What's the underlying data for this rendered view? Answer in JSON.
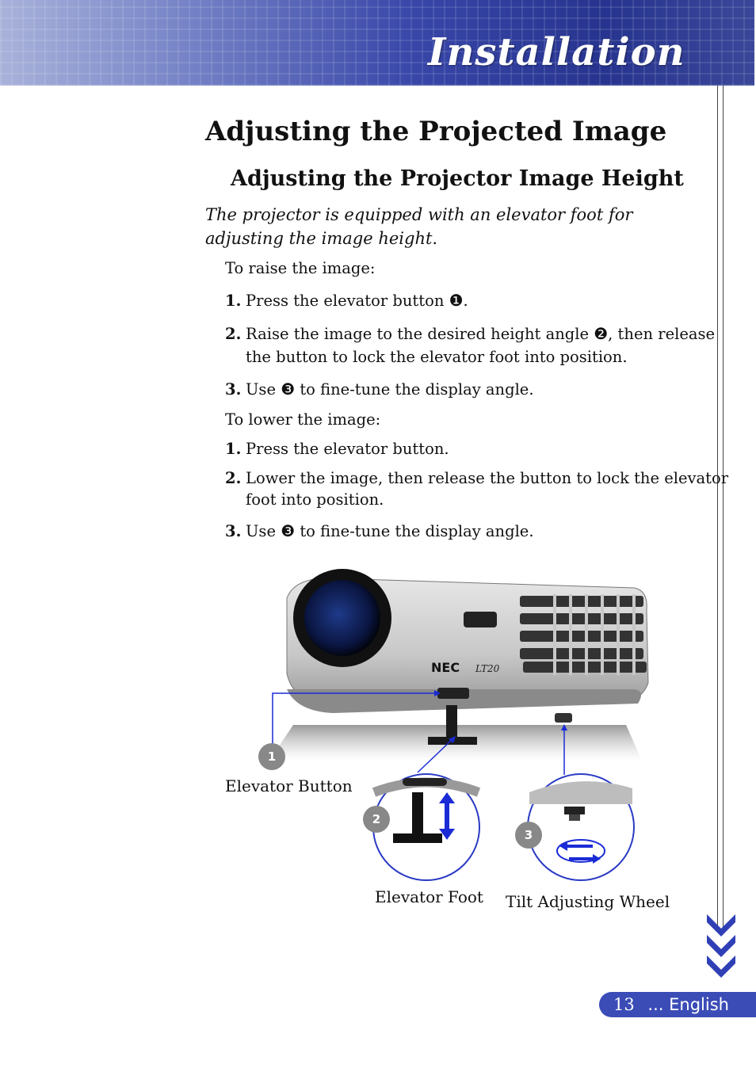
{
  "header": {
    "title": "Installation"
  },
  "section_title": "Adjusting the Projected Image",
  "subsection_title": "Adjusting the Projector Image Height",
  "intro": "The projector is equipped with an elevator foot for adjusting the image height.",
  "raise": {
    "label": "To raise the image:",
    "steps": [
      {
        "num": "1.",
        "pre": "Press the elevator button ",
        "sym": "❶",
        "post": "."
      },
      {
        "num": "2.",
        "pre": "Raise the image to the desired height angle ",
        "sym": "❷",
        "post": ", then release",
        "cont": "the button to lock the elevator foot into position."
      },
      {
        "num": "3.",
        "pre": "Use ",
        "sym": "❸",
        "post": " to fine-tune the display angle."
      }
    ]
  },
  "lower": {
    "label": "To lower the image:",
    "steps": [
      {
        "num": "1.",
        "text": "Press the elevator button."
      },
      {
        "num": "2.",
        "text": "Lower the image, then release the button to lock the elevator",
        "cont": "foot into position."
      },
      {
        "num": "3.",
        "pre": "Use ",
        "sym": "❸",
        "post": " to fine-tune the display angle."
      }
    ]
  },
  "figure": {
    "brand": "NEC",
    "model": "LT20",
    "markers": [
      "1",
      "2",
      "3"
    ],
    "captions": {
      "elevator_button": "Elevator Button",
      "elevator_foot": "Elevator Foot",
      "tilt_wheel": "Tilt Adjusting Wheel"
    }
  },
  "footer": {
    "page": "13",
    "lang": "... English"
  },
  "colors": {
    "header_blue": "#27348f",
    "accent_blue": "#3b4cb7",
    "arrow_blue": "#1a2bd6",
    "marker_gray": "#888888"
  }
}
